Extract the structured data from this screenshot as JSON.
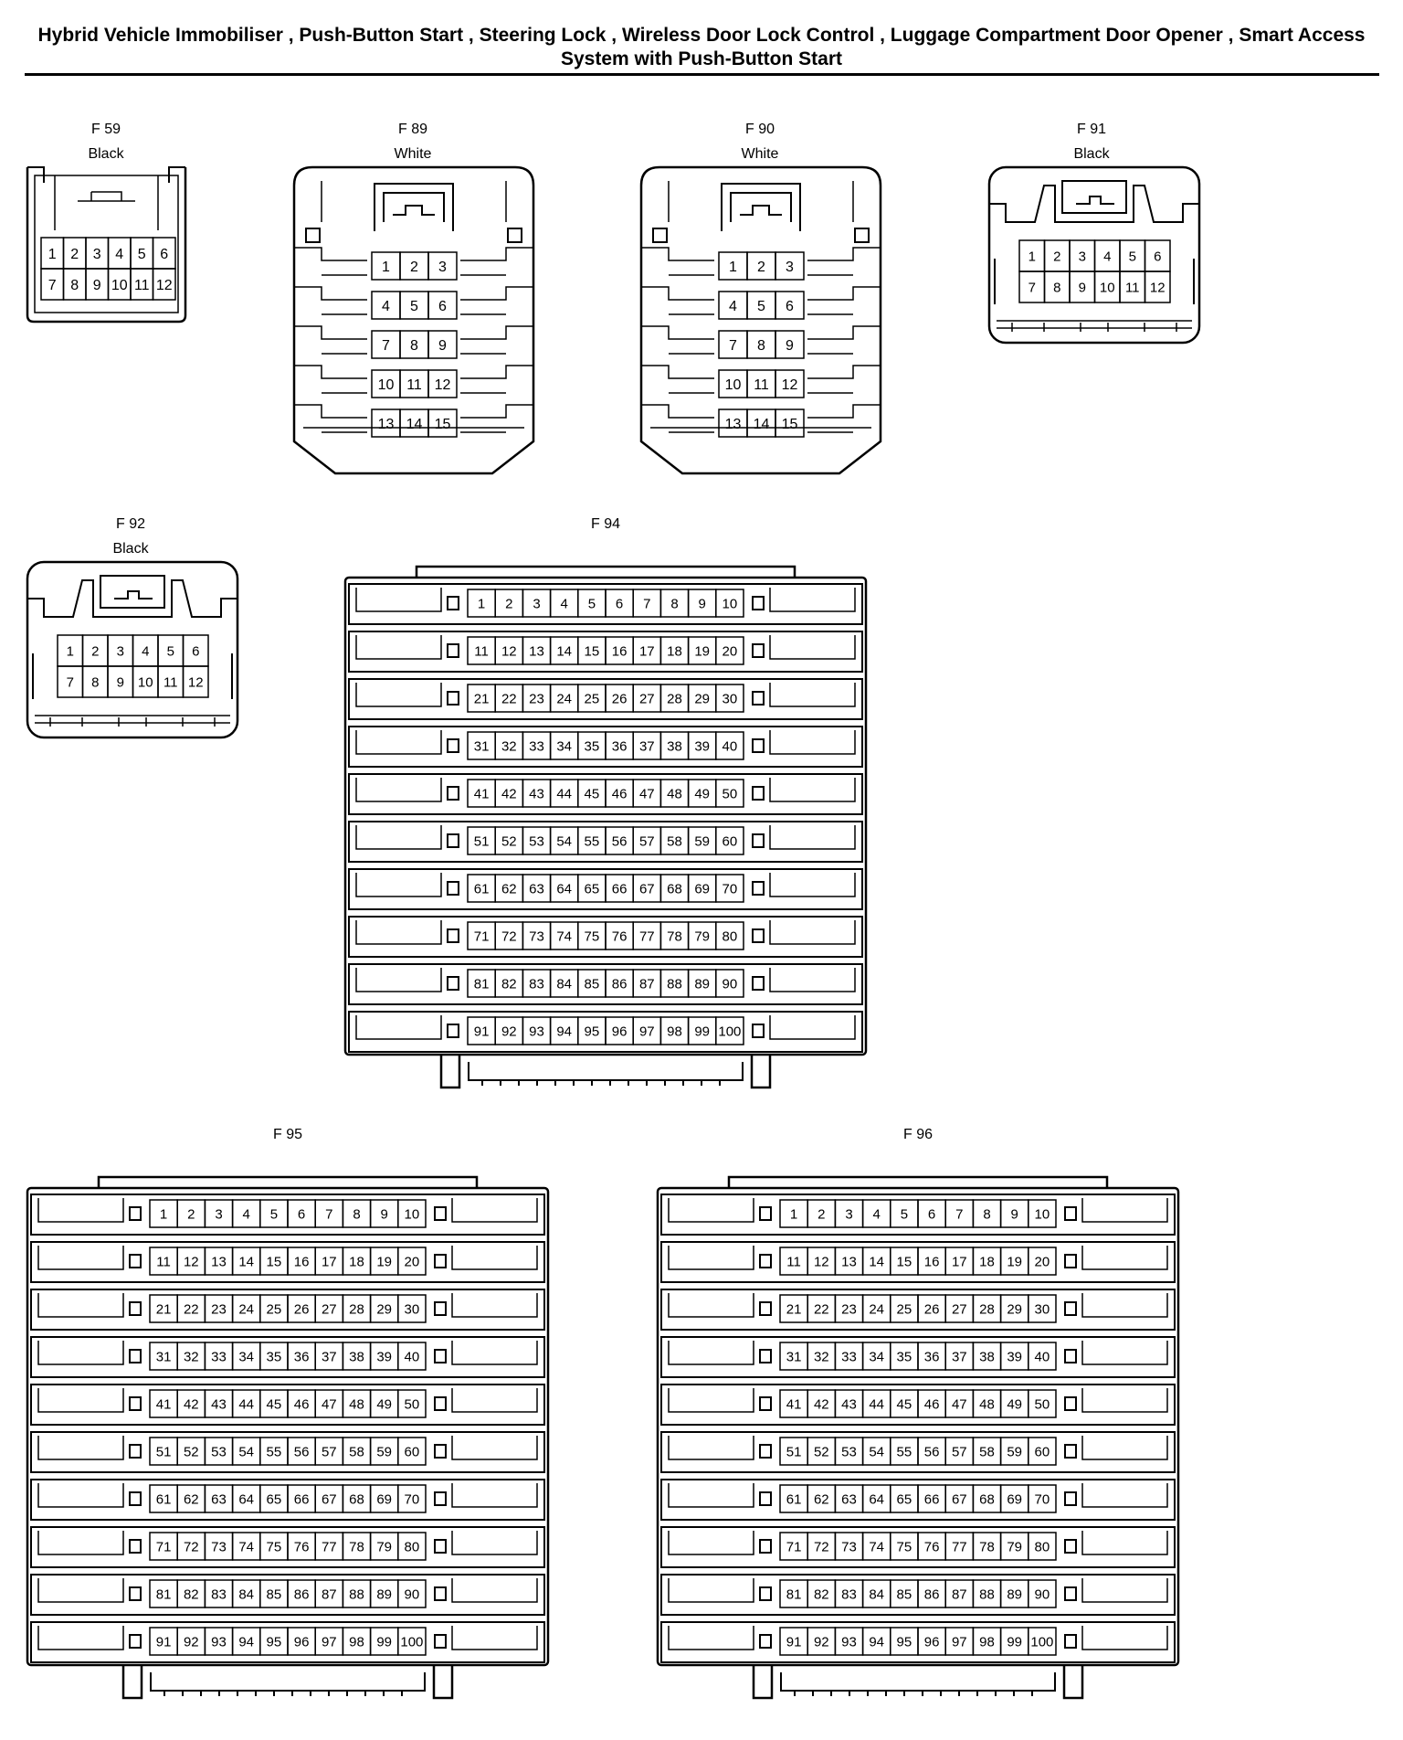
{
  "title": "Hybrid Vehicle Immobiliser , Push-Button Start , Steering Lock , Wireless Door Lock Control , Luggage Compartment Door Opener , Smart Access System with Push-Button Start",
  "connectors": [
    {
      "id": "F 59",
      "color": "Black",
      "pins": 12,
      "layout": "2x6"
    },
    {
      "id": "F 89",
      "color": "White",
      "pins": 15,
      "layout": "5x3"
    },
    {
      "id": "F 90",
      "color": "White",
      "pins": 15,
      "layout": "5x3"
    },
    {
      "id": "F 91",
      "color": "Black",
      "pins": 12,
      "layout": "2x6"
    },
    {
      "id": "F 92",
      "color": "Black",
      "pins": 12,
      "layout": "2x6"
    },
    {
      "id": "F 94",
      "color": "",
      "pins": 100,
      "layout": "10x10"
    },
    {
      "id": "F 95",
      "color": "",
      "pins": 100,
      "layout": "10x10"
    },
    {
      "id": "F 96",
      "color": "",
      "pins": 100,
      "layout": "10x10"
    }
  ]
}
